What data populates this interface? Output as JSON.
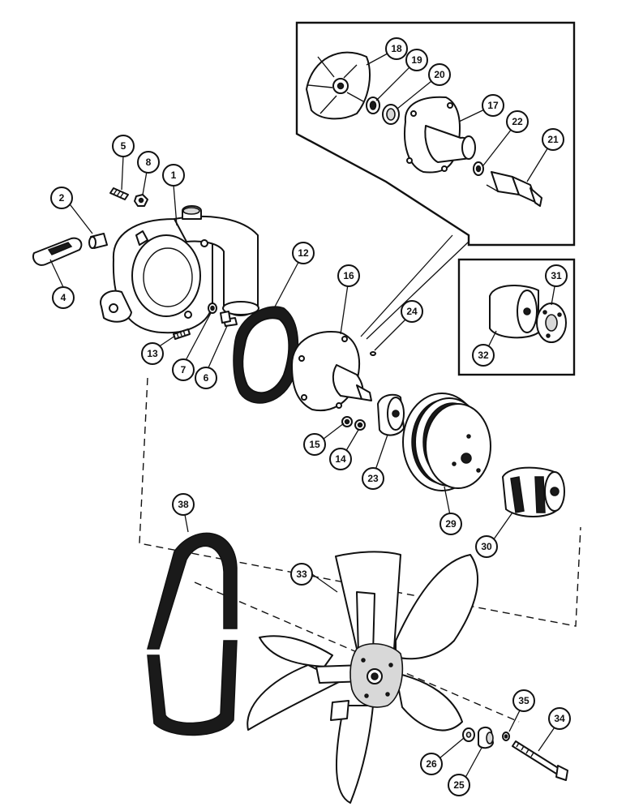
{
  "callouts": [
    {
      "id": "c1",
      "label": "1"
    },
    {
      "id": "c2",
      "label": "2"
    },
    {
      "id": "c4",
      "label": "4"
    },
    {
      "id": "c5",
      "label": "5"
    },
    {
      "id": "c6",
      "label": "6"
    },
    {
      "id": "c7",
      "label": "7"
    },
    {
      "id": "c8",
      "label": "8"
    },
    {
      "id": "c12",
      "label": "12"
    },
    {
      "id": "c13",
      "label": "13"
    },
    {
      "id": "c14",
      "label": "14"
    },
    {
      "id": "c15",
      "label": "15"
    },
    {
      "id": "c16",
      "label": "16"
    },
    {
      "id": "c17",
      "label": "17"
    },
    {
      "id": "c18",
      "label": "18"
    },
    {
      "id": "c19",
      "label": "19"
    },
    {
      "id": "c20",
      "label": "20"
    },
    {
      "id": "c21",
      "label": "21"
    },
    {
      "id": "c22",
      "label": "22"
    },
    {
      "id": "c23",
      "label": "23"
    },
    {
      "id": "c24",
      "label": "24"
    },
    {
      "id": "c25",
      "label": "25"
    },
    {
      "id": "c26",
      "label": "26"
    },
    {
      "id": "c29",
      "label": "29"
    },
    {
      "id": "c30",
      "label": "30"
    },
    {
      "id": "c31",
      "label": "31"
    },
    {
      "id": "c32",
      "label": "32"
    },
    {
      "id": "c33",
      "label": "33"
    },
    {
      "id": "c34",
      "label": "34"
    },
    {
      "id": "c35",
      "label": "35"
    },
    {
      "id": "c38",
      "label": "38"
    }
  ]
}
